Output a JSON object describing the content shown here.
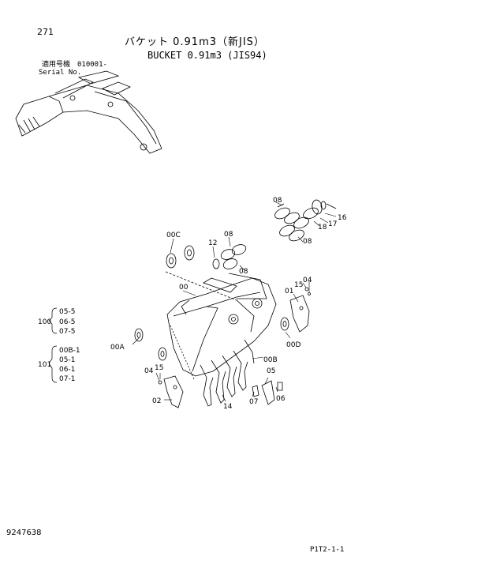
{
  "header": {
    "page_number": "271",
    "title_jp": "バケット 0.91m3（新JIS）",
    "title_en": "BUCKET 0.91m3 (JIS94)",
    "serial_label_jp": "適用号機",
    "serial_value": "010001-",
    "serial_label_en": "Serial No."
  },
  "callouts": {
    "c08_top": "08",
    "c16": "16",
    "c17": "17",
    "c18": "18",
    "c08_right": "08",
    "c00C": "00C",
    "c12": "12",
    "c08_mid": "08",
    "c08_mid2": "08",
    "c00": "00",
    "c15_r": "15",
    "c04_r": "04",
    "c01": "01",
    "c00D": "00D",
    "c00A": "00A",
    "c00B": "00B",
    "c04_l": "04",
    "c15_l": "15",
    "c05": "05",
    "c02": "02",
    "c14": "14",
    "c07": "07",
    "c06": "06"
  },
  "groups": {
    "g100": {
      "label": "100",
      "items": [
        "05-5",
        "06-5",
        "07-5"
      ]
    },
    "g101": {
      "label": "101",
      "items": [
        "00B-1",
        "05-1",
        "06-1",
        "07-1"
      ]
    }
  },
  "footer": {
    "doc_number": "9247638",
    "page_ref": "P1T2-1-1"
  }
}
